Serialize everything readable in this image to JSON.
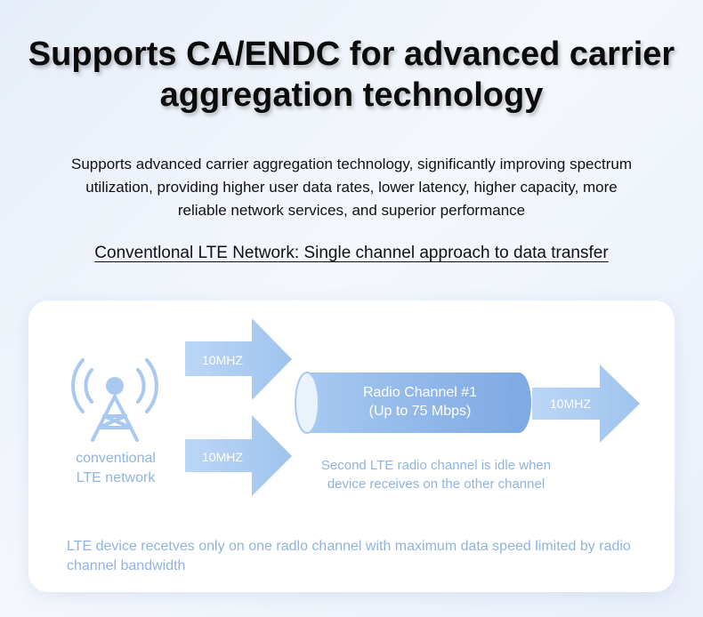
{
  "title": "Supports CA/ENDC for advanced carrier aggregation technology",
  "description": "Supports advanced carrier aggregation technology, significantly improving spectrum utilization, providing higher user data rates, lower latency, higher capacity, more reliable network services, and superior performance",
  "subheading": "Conventlonal LTE Network: Single channel approach to data transfer",
  "diagram": {
    "tower_icon": "cell-tower-icon",
    "tower_label_line1": "conventional",
    "tower_label_line2": "LTE network",
    "arrow_top_label": "10MHZ",
    "arrow_bottom_label": "10MHZ",
    "radio_channel_line1": "Radio Channel #1",
    "radio_channel_line2": "(Up to 75 Mbps)",
    "arrow_right_label": "10MHZ",
    "idle_note_line1": "Second LTE radio channel is idle when",
    "idle_note_line2": "device receives on the other channel",
    "footnote": "LTE device recetves only on one radlo channel with maximum data speed limited by radio channel bandwidth"
  },
  "colors": {
    "arrow_fill": "#a9c9f0",
    "pipe_fill": "#8fb8ea",
    "light_text": "#8fb4e0",
    "title_text": "#0b0b0b"
  }
}
